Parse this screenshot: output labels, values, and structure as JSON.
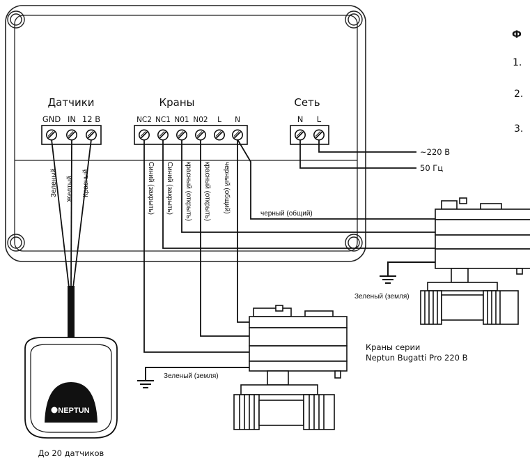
{
  "groups": {
    "sensors": "Датчики",
    "valves": "Краны",
    "network": "Сеть"
  },
  "terminals": {
    "sensors": [
      "GND",
      "IN",
      "12 B"
    ],
    "valves": [
      "NC2",
      "NC1",
      "N01",
      "N02",
      "L",
      "N"
    ],
    "network": [
      "N",
      "L"
    ]
  },
  "sensor_wires": [
    "Зеленый",
    "Желтый",
    "Красный"
  ],
  "valve_wires": [
    "Синий (закрыть)",
    "Синий (закрыть)",
    "красный (открыть)",
    "красный (открыть)",
    "черный (общий)"
  ],
  "power": {
    "line1": "~220 В",
    "line2": "50 Гц"
  },
  "black_common_label": "черный (общий)",
  "ground_labels": {
    "right": "Зеленый (земля)",
    "bottom": "Зеленый (земля)"
  },
  "valve_caption": {
    "line1": "Краны серии",
    "line2": "Neptun Bugatti Pro 220 В"
  },
  "sensor_logo": "NEPTUN",
  "sensor_caption": "До 20 датчиков",
  "side_text": {
    "heading": "Ф",
    "items": [
      "1.",
      "2.",
      "3."
    ]
  }
}
